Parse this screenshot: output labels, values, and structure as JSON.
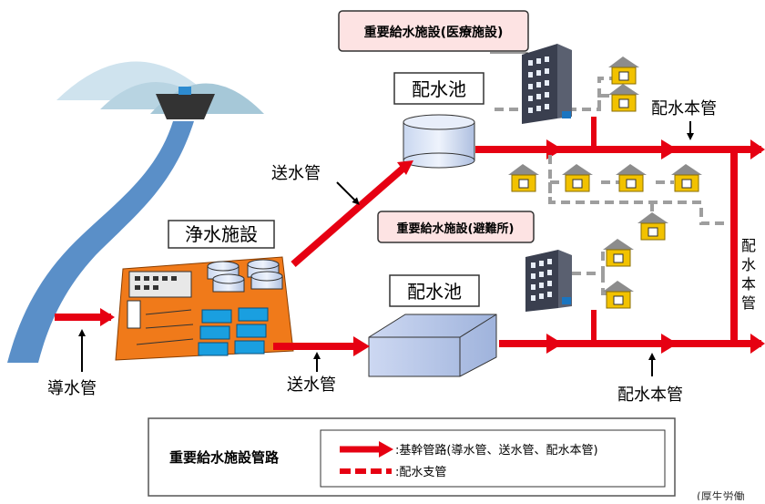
{
  "labels": {
    "hospital": "重要給水施設(医療施設)",
    "shelter": "重要給水施設(避難所)",
    "reservoir_top": "配水池",
    "reservoir_bottom": "配水池",
    "purification": "浄水施設",
    "transmission_upper": "送水管",
    "transmission_lower": "送水管",
    "intake": "導水管",
    "main_top_right": "配水本管",
    "main_bottom_right": "配水本管",
    "main_vertical": [
      "配",
      "水",
      "本",
      "管"
    ],
    "footnote": "(厚生労働"
  },
  "legend": {
    "title": "重要給水施設管路",
    "trunk": ":基幹管路(導水管、送水管、配水本管)",
    "branch": ":配水支管"
  },
  "colors": {
    "trunk_pipe": "#e60012",
    "branch_pipe": "#9e9e9e",
    "house": "#f2c200",
    "roof": "#8c8c8c",
    "river": "#5a8fc8",
    "plant_base": "#f07a1a",
    "label_box_fill": "#fde3e3"
  }
}
